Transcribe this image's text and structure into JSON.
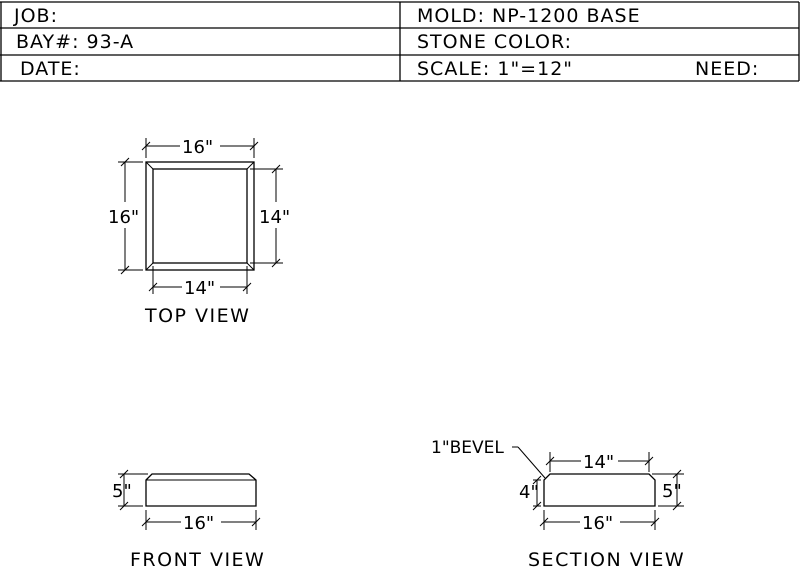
{
  "title_block": {
    "job": "JOB:",
    "mold": "MOLD: NP-1200 BASE",
    "bay": "BAY#: 93-A",
    "stone_color": "STONE COLOR:",
    "date": "DATE:",
    "scale": "SCALE: 1\"=12\"",
    "need": "NEED:"
  },
  "top_view": {
    "label": "TOP VIEW",
    "dim_top": "16\"",
    "dim_left": "16\"",
    "dim_right": "14\"",
    "dim_bottom": "14\""
  },
  "front_view": {
    "label": "FRONT VIEW",
    "dim_height": "5\"",
    "dim_width": "16\""
  },
  "section_view": {
    "label": "SECTION VIEW",
    "bevel_note": "1\"BEVEL",
    "dim_top": "14\"",
    "dim_left": "4\"",
    "dim_right": "5\"",
    "dim_bottom": "16\""
  }
}
